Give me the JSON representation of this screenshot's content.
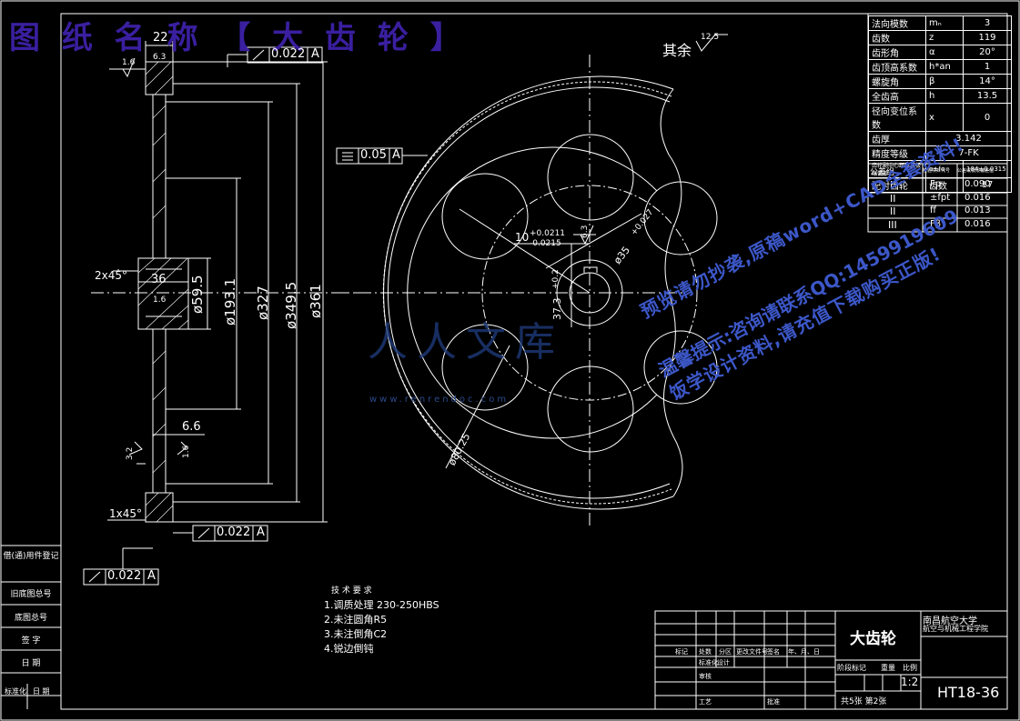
{
  "banner": {
    "title": "图 纸 名 称 【 大 齿 轮 】"
  },
  "surface_note": {
    "label": "其余",
    "value": "12.5"
  },
  "section_view": {
    "dims": {
      "top_width": "22",
      "rough_16": "1.6",
      "rough_63": "6.3",
      "runout_top": "0.022",
      "datum": "A",
      "chamfer_hub": "2x45°",
      "bore_len": "36",
      "rough_16b": "1.6",
      "d595": "ø59.5",
      "d1931": "ø193.1",
      "d327": "ø327",
      "d3495": "ø349.5",
      "d361": "ø361",
      "web": "6.6",
      "rough_32": "3.2",
      "rough_16c": "1.6",
      "chamfer_rim": "1x45°",
      "runout_bottom": "0.022",
      "runout_left": "0.022"
    },
    "flatness": {
      "value": "0.05",
      "datum": "A"
    }
  },
  "front_view": {
    "keyway": "10",
    "keyway_tol_up": "+0.0211",
    "keyway_tol_low": "-0.0215",
    "key_depth": "37.3",
    "key_depth_tol": "+0.2",
    "hole_d": "ø35",
    "hole_tol": "+0.027",
    "hole_pcd": "ø80.25",
    "rough_63": "6.3"
  },
  "spec_table": [
    [
      "法向模数",
      "mₙ",
      "3"
    ],
    [
      "齿数",
      "z",
      "119"
    ],
    [
      "齿形角",
      "α",
      "20°"
    ],
    [
      "齿顶高系数",
      "h*an",
      "1"
    ],
    [
      "螺旋角",
      "β",
      "14°"
    ],
    [
      "全齿高",
      "h",
      "13.5"
    ],
    [
      "径向变位系数",
      "x",
      "0"
    ],
    [
      "齿厚",
      "",
      "3.142"
    ],
    [
      "精度等级",
      "",
      "7-FK"
    ],
    [
      "齿轮副中心距及其极限偏差",
      "α±fα",
      "184±0.0315"
    ],
    [
      "配对齿轮",
      "齿数",
      "17"
    ]
  ],
  "tolerance_group": {
    "header": "公差组",
    "header_col2": "检验项目代号",
    "header_col3": "公差或极限偏差值",
    "rows": [
      [
        "I",
        "Fp",
        "0.090"
      ],
      [
        "II",
        "±fpt",
        "0.016"
      ],
      [
        "II",
        "ff",
        "0.013"
      ],
      [
        "III",
        "Fβ",
        "0.016"
      ]
    ]
  },
  "tech_notes": {
    "title": "技 术 要 求",
    "items": [
      "1.调质处理 230-250HBS",
      "2.未注圆角R5",
      "3.未注倒角C2",
      "4.锐边倒钝"
    ]
  },
  "title_block": {
    "part_name": "大齿轮",
    "school": "南昌航空大学",
    "college": "航空与机械工程学院",
    "scale": "1:2",
    "drawing_no": "HT18-36",
    "sheet": "共5张 第2张",
    "headers": [
      "标记",
      "处数",
      "分区",
      "更改文件号",
      "签名",
      "年、月、日"
    ],
    "stage": "阶段标记",
    "weight": "重量",
    "ratio": "比例",
    "design": "设计",
    "std": "标准化",
    "review": "审核",
    "craft": "工艺",
    "approve": "批准"
  },
  "left_strip": [
    "借(通)用件登记",
    "旧底图总号",
    "底图总号",
    "签 字",
    "日 期"
  ],
  "left_strip_bottom": [
    "标准化",
    "日 期"
  ],
  "watermark": {
    "line1": "预览请勿抄袭,原稿word+CAD全套资料!",
    "line2": "温馨提示:咨询请联系QQ:1459919609",
    "line3": "饭学设计资料,请充值下载购买正版!"
  },
  "logo": {
    "text": "人人文库",
    "url": "www.renrendoc.com"
  }
}
